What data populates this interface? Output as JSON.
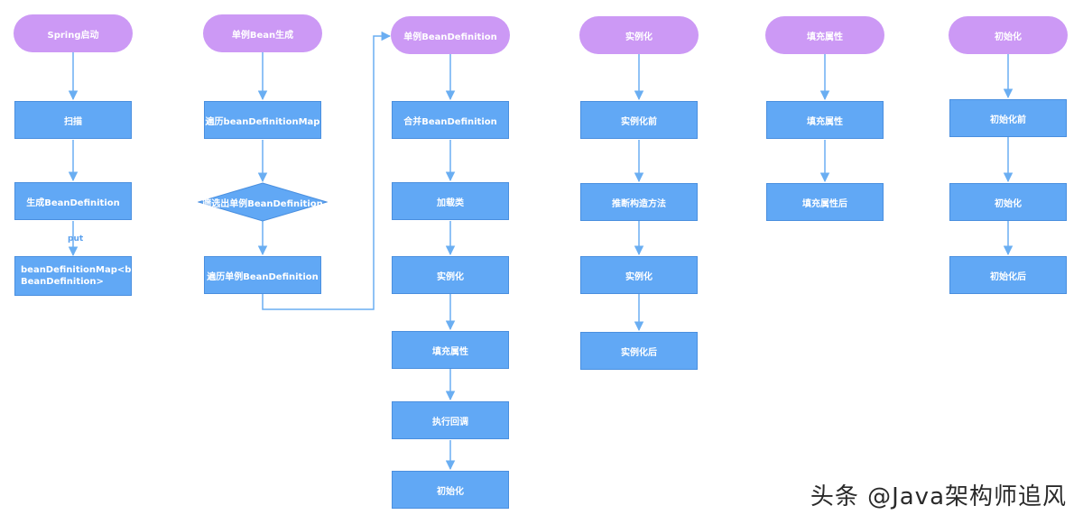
{
  "columns": [
    {
      "start": "Spring启动",
      "steps": [
        "扫描",
        "生成BeanDefinition",
        "beanDefinitionMap<beanName, BeanDefinition>"
      ],
      "edge_label": "put"
    },
    {
      "start": "单例Bean生成",
      "steps": [
        "遍历beanDefinitionMap",
        "筛选出单例BeanDefinition",
        "遍历单例BeanDefinition"
      ]
    },
    {
      "start": "单例BeanDefinition",
      "steps": [
        "合并BeanDefinition",
        "加载类",
        "实例化",
        "填充属性",
        "执行回调",
        "初始化"
      ]
    },
    {
      "start": "实例化",
      "steps": [
        "实例化前",
        "推断构造方法",
        "实例化",
        "实例化后"
      ]
    },
    {
      "start": "填充属性",
      "steps": [
        "填充属性",
        "填充属性后"
      ]
    },
    {
      "start": "初始化",
      "steps": [
        "初始化前",
        "初始化",
        "初始化后"
      ]
    }
  ],
  "watermark": "头条 @Java架构师追风",
  "colors": {
    "terminal": "#cc99f5",
    "process": "#61a8f5",
    "arrow": "#6aaef2"
  }
}
